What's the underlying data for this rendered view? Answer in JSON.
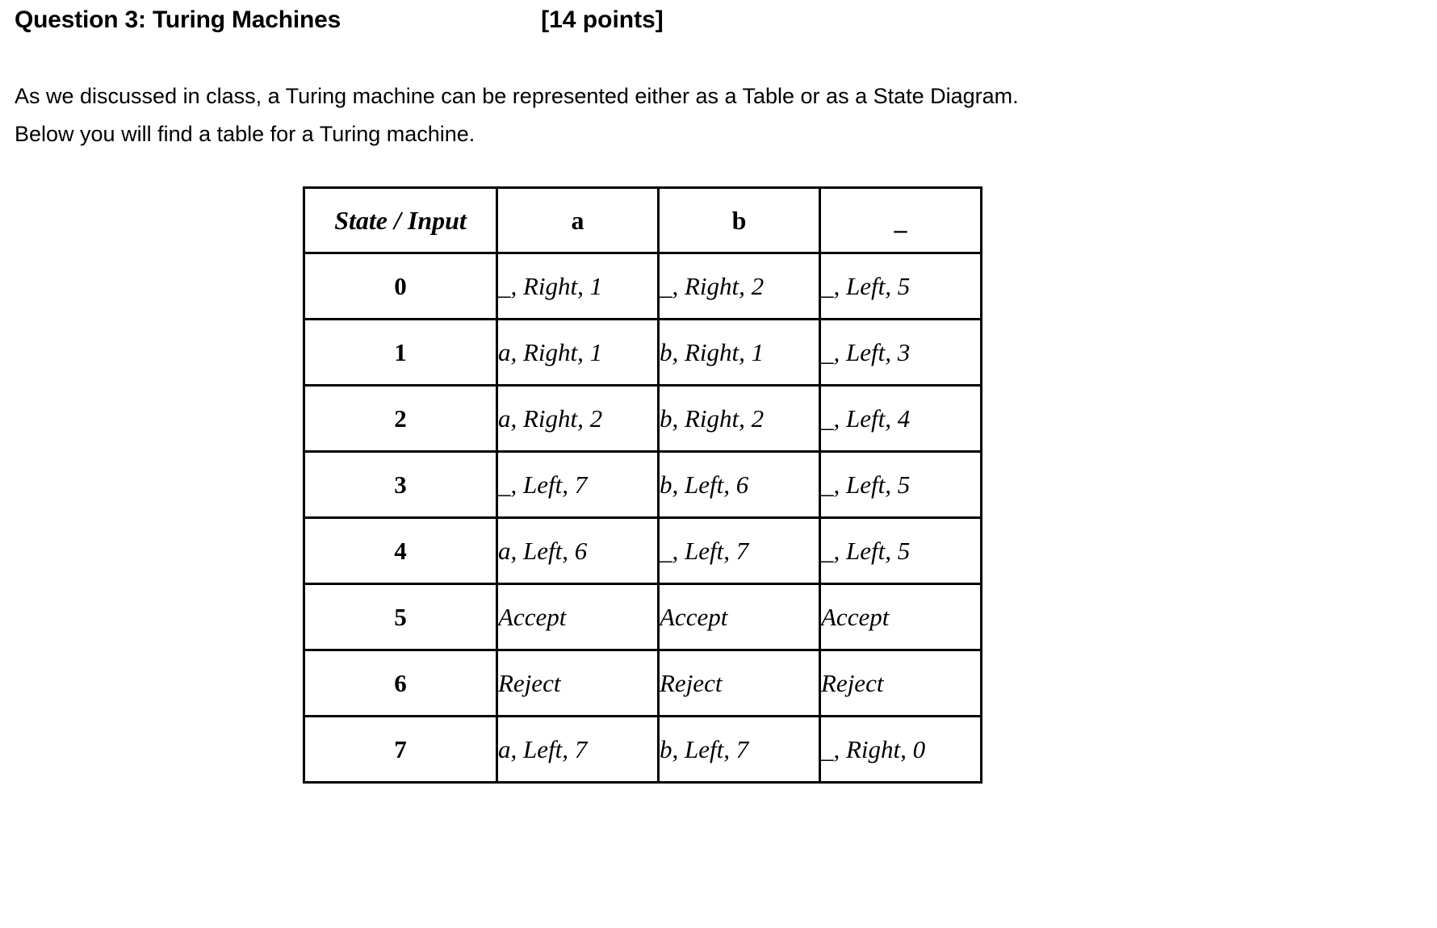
{
  "heading": {
    "title": "Question 3: Turing Machines",
    "points": "[14 points]"
  },
  "body": {
    "line1": "As we discussed in class, a Turing machine can be represented either as a Table or as a State Diagram.",
    "line2": "Below you will find a table for a Turing machine."
  },
  "table": {
    "headers": [
      "State / Input",
      "a",
      "b",
      "_"
    ],
    "rows": [
      {
        "state": "0",
        "a": "_, Right, 1",
        "b": "_, Right, 2",
        "blank": "_, Left, 5"
      },
      {
        "state": "1",
        "a": "a, Right, 1",
        "b": "b, Right, 1",
        "blank": "_, Left, 3"
      },
      {
        "state": "2",
        "a": "a, Right, 2",
        "b": "b, Right, 2",
        "blank": "_, Left, 4"
      },
      {
        "state": "3",
        "a": "_, Left, 7",
        "b": "b, Left, 6",
        "blank": "_, Left, 5"
      },
      {
        "state": "4",
        "a": "a, Left, 6",
        "b": "_, Left, 7",
        "blank": "_, Left, 5"
      },
      {
        "state": "5",
        "a": "Accept",
        "b": "Accept",
        "blank": "Accept"
      },
      {
        "state": "6",
        "a": "Reject",
        "b": "Reject",
        "blank": "Reject"
      },
      {
        "state": "7",
        "a": "a, Left, 7",
        "b": "b, Left, 7",
        "blank": "_, Right, 0"
      }
    ]
  },
  "colors": {
    "text": "#000000",
    "background": "#ffffff",
    "border": "#000000"
  }
}
